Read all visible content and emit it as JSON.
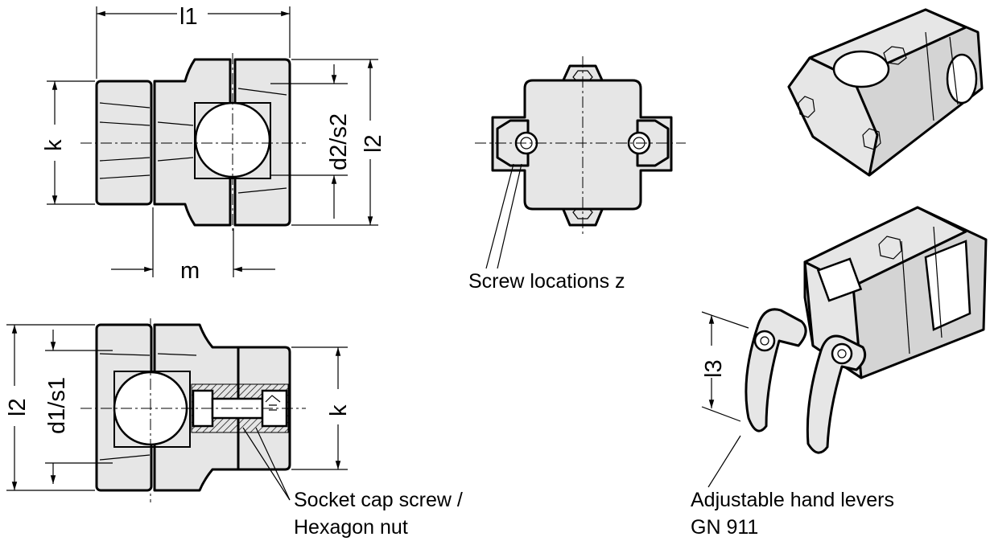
{
  "dimensions": {
    "l1": "l1",
    "l2": "l2",
    "l3": "l3",
    "k": "k",
    "m": "m",
    "d2s2": "d2/s2",
    "d1s1": "d1/s1"
  },
  "callouts": {
    "screw_locations": "Screw locations z",
    "socket_line1": "Socket cap screw /",
    "socket_line2": "Hexagon nut",
    "levers_line1": "Adjustable hand levers",
    "levers_line2": "GN 911"
  }
}
